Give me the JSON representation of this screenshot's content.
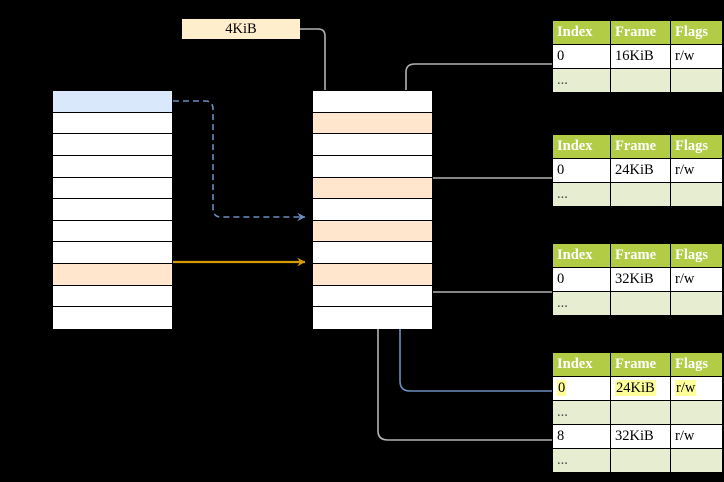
{
  "diagram": {
    "title": "",
    "background": "#000000",
    "colors": {
      "header_green": "#b2cc46",
      "row_alt": "#e7edd1",
      "highlight_blue": "#dae8fc",
      "highlight_peach": "#ffe6cc",
      "highlight_yellow": "#ffff99",
      "label_peach": "#ffeecc",
      "wire_gray": "#b3b3b3",
      "wire_blue": "#6c8ebf",
      "wire_orange": "#d79b00"
    }
  },
  "page_size_label": {
    "text": "4KiB"
  },
  "left_column": {
    "name": "left-directory",
    "row_count": 11,
    "rows": [
      {
        "index": 0,
        "fill": "blue"
      },
      {
        "index": 1,
        "fill": "white"
      },
      {
        "index": 2,
        "fill": "white"
      },
      {
        "index": 3,
        "fill": "white"
      },
      {
        "index": 4,
        "fill": "white"
      },
      {
        "index": 5,
        "fill": "white"
      },
      {
        "index": 6,
        "fill": "white"
      },
      {
        "index": 7,
        "fill": "white"
      },
      {
        "index": 8,
        "fill": "peach"
      },
      {
        "index": 9,
        "fill": "white"
      },
      {
        "index": 10,
        "fill": "white"
      }
    ]
  },
  "middle_column": {
    "name": "middle-directory",
    "row_count": 11,
    "rows": [
      {
        "index": 0,
        "fill": "white"
      },
      {
        "index": 1,
        "fill": "peach"
      },
      {
        "index": 2,
        "fill": "white"
      },
      {
        "index": 3,
        "fill": "white"
      },
      {
        "index": 4,
        "fill": "peach"
      },
      {
        "index": 5,
        "fill": "white"
      },
      {
        "index": 6,
        "fill": "peach"
      },
      {
        "index": 7,
        "fill": "white"
      },
      {
        "index": 8,
        "fill": "peach"
      },
      {
        "index": 9,
        "fill": "white"
      },
      {
        "index": 10,
        "fill": "white"
      }
    ]
  },
  "page_tables": [
    {
      "id": "page-table-1",
      "headers": [
        "Index",
        "Frame",
        "Flags"
      ],
      "rows": [
        {
          "cells": [
            "0",
            "16KiB",
            "r/w"
          ],
          "alt": false,
          "highlight": []
        },
        {
          "cells": [
            "...",
            "",
            ""
          ],
          "alt": true,
          "highlight": []
        }
      ]
    },
    {
      "id": "page-table-2",
      "headers": [
        "Index",
        "Frame",
        "Flags"
      ],
      "rows": [
        {
          "cells": [
            "0",
            "24KiB",
            "r/w"
          ],
          "alt": false,
          "highlight": []
        },
        {
          "cells": [
            "...",
            "",
            ""
          ],
          "alt": true,
          "highlight": []
        }
      ]
    },
    {
      "id": "page-table-3",
      "headers": [
        "Index",
        "Frame",
        "Flags"
      ],
      "rows": [
        {
          "cells": [
            "0",
            "32KiB",
            "r/w"
          ],
          "alt": false,
          "highlight": []
        },
        {
          "cells": [
            "...",
            "",
            ""
          ],
          "alt": true,
          "highlight": []
        }
      ]
    },
    {
      "id": "page-table-4",
      "headers": [
        "Index",
        "Frame",
        "Flags"
      ],
      "rows": [
        {
          "cells": [
            "0",
            "24KiB",
            "r/w"
          ],
          "alt": false,
          "highlight": [
            1,
            2
          ]
        },
        {
          "cells": [
            "...",
            "",
            ""
          ],
          "alt": true,
          "highlight": []
        },
        {
          "cells": [
            "8",
            "32KiB",
            "r/w"
          ],
          "alt": false,
          "highlight": []
        },
        {
          "cells": [
            "...",
            "",
            ""
          ],
          "alt": true,
          "highlight": []
        }
      ]
    }
  ],
  "connectors": [
    {
      "name": "blue-dashed-left-to-middle",
      "style": "dashed",
      "color": "#6c8ebf"
    },
    {
      "name": "orange-solid-left-to-middle",
      "style": "solid",
      "color": "#d79b00"
    },
    {
      "name": "page-size-to-middle-row2",
      "style": "solid",
      "color": "#b3b3b3"
    },
    {
      "name": "table1-to-middle-row5",
      "style": "solid",
      "color": "#b3b3b3"
    },
    {
      "name": "table2-to-middle-row7",
      "style": "solid",
      "color": "#b3b3b3"
    },
    {
      "name": "table3-to-middle-row9",
      "style": "solid",
      "color": "#b3b3b3"
    },
    {
      "name": "table4-to-middle-row9",
      "style": "solid",
      "color": "#b3b3b3"
    },
    {
      "name": "table4-row1-to-middle-row7",
      "style": "solid",
      "color": "#6c8ebf"
    }
  ]
}
